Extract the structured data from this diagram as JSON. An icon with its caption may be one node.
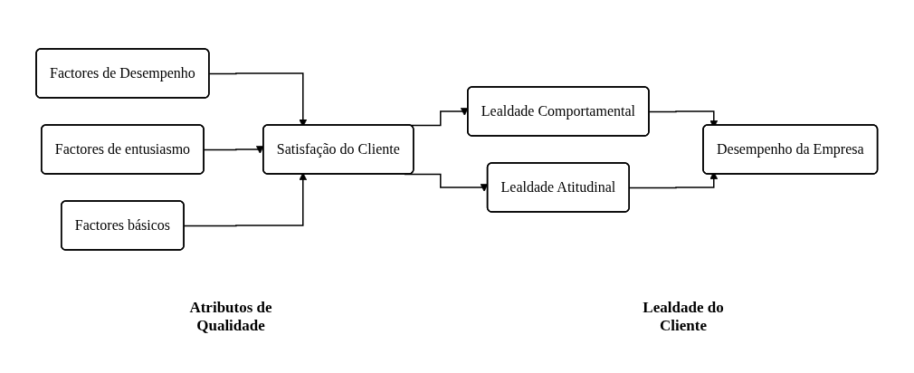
{
  "diagram": {
    "nodes": [
      {
        "text": [
          "Factores de Desempenho"
        ]
      },
      {
        "text": [
          "Factores de entusiasmo"
        ]
      },
      {
        "text": [
          "Factores básicos"
        ]
      },
      {
        "text": [
          "Satisfação do Cliente"
        ]
      },
      {
        "text": [
          "Lealdade Comportamental"
        ]
      },
      {
        "text": [
          "Lealdade Atitudinal"
        ]
      },
      {
        "text": [
          "Desempenho da Empresa"
        ]
      }
    ],
    "edges": [
      {
        "from": 0,
        "to": 3,
        "arrow": "to"
      },
      {
        "from": 1,
        "to": 3,
        "arrow": "to"
      },
      {
        "from": 2,
        "to": 3,
        "arrow": "to"
      },
      {
        "from": 3,
        "to": 4,
        "arrow": "to"
      },
      {
        "from": 3,
        "to": 5,
        "arrow": "to"
      },
      {
        "from": 4,
        "to": 6,
        "arrow": "to"
      },
      {
        "from": 5,
        "to": 6,
        "arrow": "to"
      }
    ],
    "labels": [
      "Atributos de Qualidade",
      "Lealdade do Cliente"
    ]
  }
}
